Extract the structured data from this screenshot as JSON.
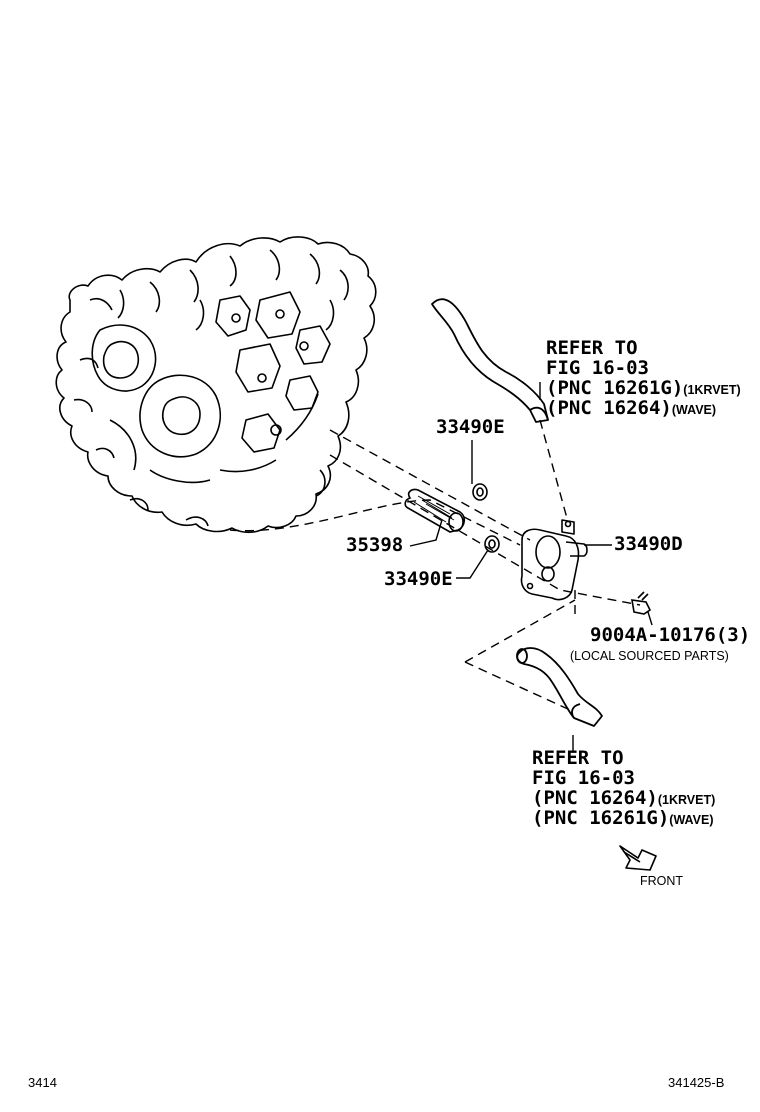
{
  "diagram": {
    "parts": {
      "hose_upper_refer": [
        "REFER TO",
        "FIG 16-03"
      ],
      "hose_upper_pnc1": "(PNC 16261G)",
      "hose_upper_pnc1_note": "(1KRVET)",
      "hose_upper_pnc2": "(PNC 16264)",
      "hose_upper_pnc2_note": "(WAVE)",
      "gasket_top": "33490E",
      "pipe": "35398",
      "gasket_bottom": "33490E",
      "cooler": "33490D",
      "bolt": "9004A-10176(3)",
      "bolt_note": "(LOCAL SOURCED PARTS)",
      "hose_lower_refer": [
        "REFER TO",
        "FIG 16-03"
      ],
      "hose_lower_pnc1": "(PNC 16264)",
      "hose_lower_pnc1_note": "(1KRVET)",
      "hose_lower_pnc2": "(PNC 16261G)",
      "hose_lower_pnc2_note": "(WAVE)"
    },
    "front_label": "FRONT",
    "footer_left": "3414",
    "footer_right": "341425-B"
  }
}
